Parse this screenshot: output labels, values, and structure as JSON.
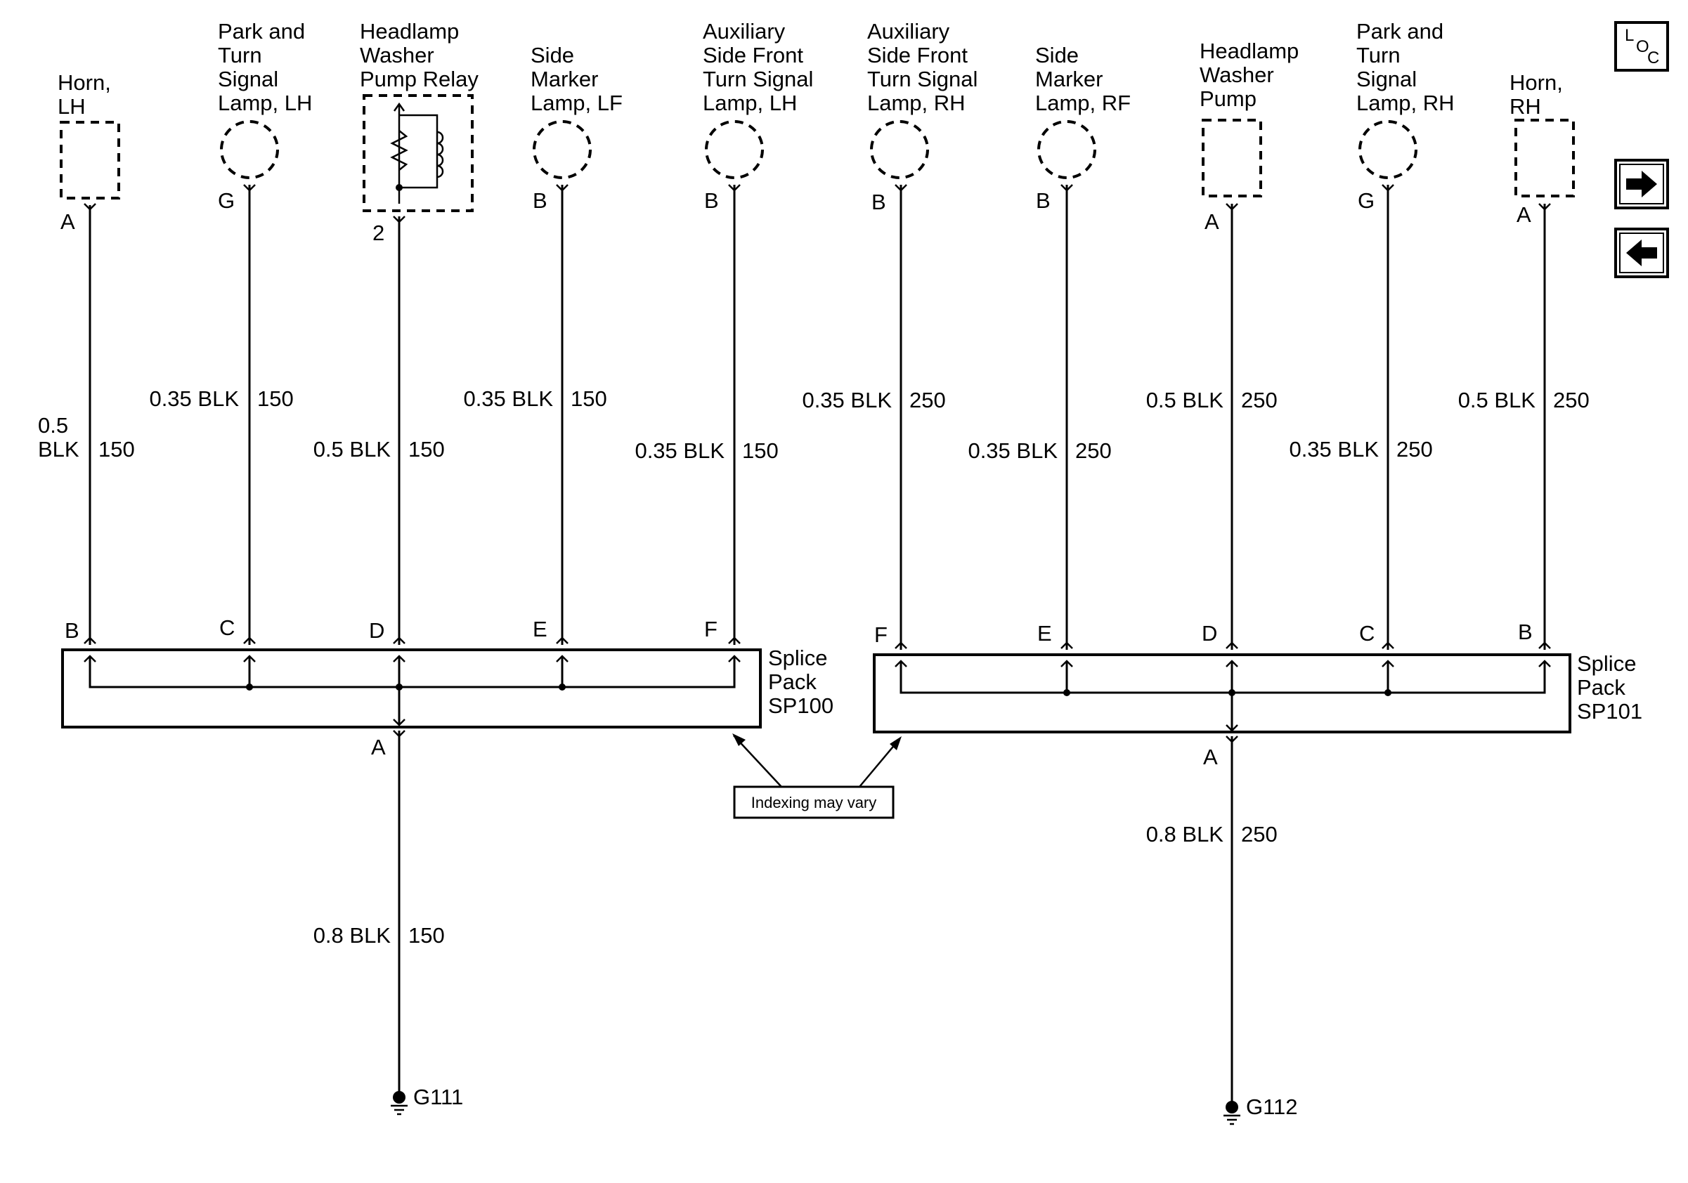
{
  "components": [
    {
      "id": "horn-lh",
      "name_lines": [
        "Horn,",
        "LH"
      ],
      "shape": "rect",
      "pin": "A",
      "circuit_size": "0.5",
      "circuit_color": "BLK",
      "circuit": "150",
      "splice_pin": "B"
    },
    {
      "id": "park-turn-lh",
      "name_lines": [
        "Park and",
        "Turn",
        "Signal",
        "Lamp, LH"
      ],
      "shape": "circle",
      "pin": "G",
      "circuit_wire": "0.35 BLK",
      "circuit": "150",
      "splice_pin": "C"
    },
    {
      "id": "headlamp-washer-relay",
      "name_lines": [
        "Headlamp",
        "Washer",
        "Pump Relay"
      ],
      "shape": "relay",
      "pin": "2",
      "circuit_wire": "0.5 BLK",
      "circuit": "150",
      "splice_pin": "D"
    },
    {
      "id": "side-marker-lf",
      "name_lines": [
        "Side",
        "Marker",
        "Lamp, LF"
      ],
      "shape": "circle",
      "pin": "B",
      "circuit_wire": "0.35 BLK",
      "circuit": "150",
      "splice_pin": "E"
    },
    {
      "id": "aux-side-front-lh",
      "name_lines": [
        "Auxiliary",
        "Side Front",
        "Turn Signal",
        "Lamp, LH"
      ],
      "shape": "circle",
      "pin": "B",
      "circuit_wire": "0.35 BLK",
      "circuit": "150",
      "splice_pin": "F"
    },
    {
      "id": "aux-side-front-rh",
      "name_lines": [
        "Auxiliary",
        "Side Front",
        "Turn Signal",
        "Lamp, RH"
      ],
      "shape": "circle",
      "pin": "B",
      "circuit_wire": "0.35 BLK",
      "circuit": "250",
      "splice_pin": "F"
    },
    {
      "id": "side-marker-rf",
      "name_lines": [
        "Side",
        "Marker",
        "Lamp, RF"
      ],
      "shape": "circle",
      "pin": "B",
      "circuit_wire": "0.35 BLK",
      "circuit": "250",
      "splice_pin": "E"
    },
    {
      "id": "headlamp-washer-pump",
      "name_lines": [
        "Headlamp",
        "Washer",
        "Pump"
      ],
      "shape": "rect",
      "pin": "A",
      "circuit_wire": "0.5 BLK",
      "circuit": "250",
      "splice_pin": "D"
    },
    {
      "id": "park-turn-rh",
      "name_lines": [
        "Park and",
        "Turn",
        "Signal",
        "Lamp, RH"
      ],
      "shape": "circle",
      "pin": "G",
      "circuit_wire": "0.35 BLK",
      "circuit": "250",
      "splice_pin": "C"
    },
    {
      "id": "horn-rh",
      "name_lines": [
        "Horn,",
        "RH"
      ],
      "shape": "rect",
      "pin": "A",
      "circuit_wire": "0.5 BLK",
      "circuit": "250",
      "splice_pin": "B"
    }
  ],
  "splice_packs": [
    {
      "id": "sp100",
      "name_lines": [
        "Splice",
        "Pack",
        "SP100"
      ],
      "output_pin": "A",
      "output_wire": "0.8 BLK",
      "output_circuit": "150",
      "ground": "G111"
    },
    {
      "id": "sp101",
      "name_lines": [
        "Splice",
        "Pack",
        "SP101"
      ],
      "output_pin": "A",
      "output_wire": "0.8 BLK",
      "output_circuit": "250",
      "ground": "G112"
    }
  ],
  "note": "Indexing may vary",
  "nav": {
    "loc_letters": [
      "L",
      "O",
      "C"
    ],
    "forward_icon": "arrow-right-icon",
    "back_icon": "arrow-left-icon"
  }
}
